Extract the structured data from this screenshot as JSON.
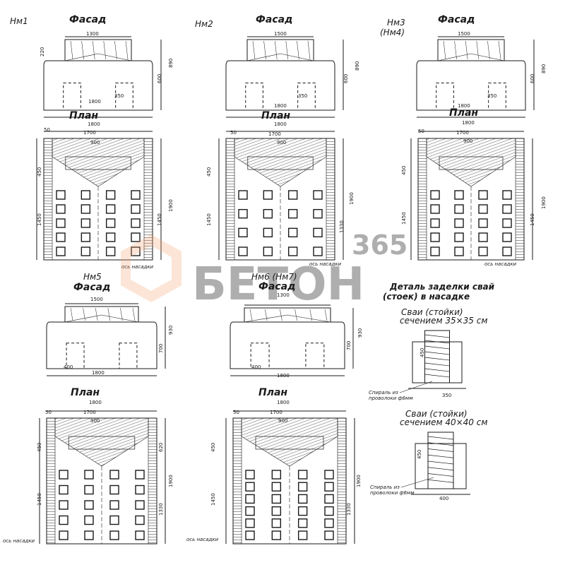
{
  "sheet": {
    "marks": {
      "m1": "Нм1",
      "m2": "Нм2",
      "m3": "Нм3",
      "m3b": "(Нм4)",
      "m5": "Нм5",
      "m6": "Нм6 (Нм7)"
    },
    "facade": "Фасад",
    "plan": "План",
    "axis": "ось насадки",
    "detail": {
      "title1": "Деталь заделки свай",
      "title2": "(стоек) в насадке",
      "pile1a": "Сваи (стойки)",
      "pile1b": "сечением 35×35 см",
      "pile2a": "Сваи (стойки)",
      "pile2b": "сечением 40×40 см",
      "spiral1a": "Спираль из",
      "spiral1b": "проволоки ф6мм",
      "spiral2a": "Спираль из",
      "spiral2b": "проволоки ф6мм"
    },
    "dims": {
      "w1300": "1300",
      "w1500": "1500",
      "w1800": "1800",
      "w1700": "1700",
      "w900": "900",
      "w50": "50",
      "w350": "350",
      "w400": "400",
      "h220": "220",
      "h600": "600",
      "h890": "890",
      "h450": "450",
      "h1450": "1450",
      "h1900": "1900",
      "h1330": "1330",
      "h620": "620",
      "h700": "700",
      "h930": "930"
    }
  },
  "watermark": {
    "line1": "365",
    "line2": "БЕТОН"
  },
  "colors": {
    "ink": "#1a1a1a",
    "watermark": "#f4a06a"
  }
}
